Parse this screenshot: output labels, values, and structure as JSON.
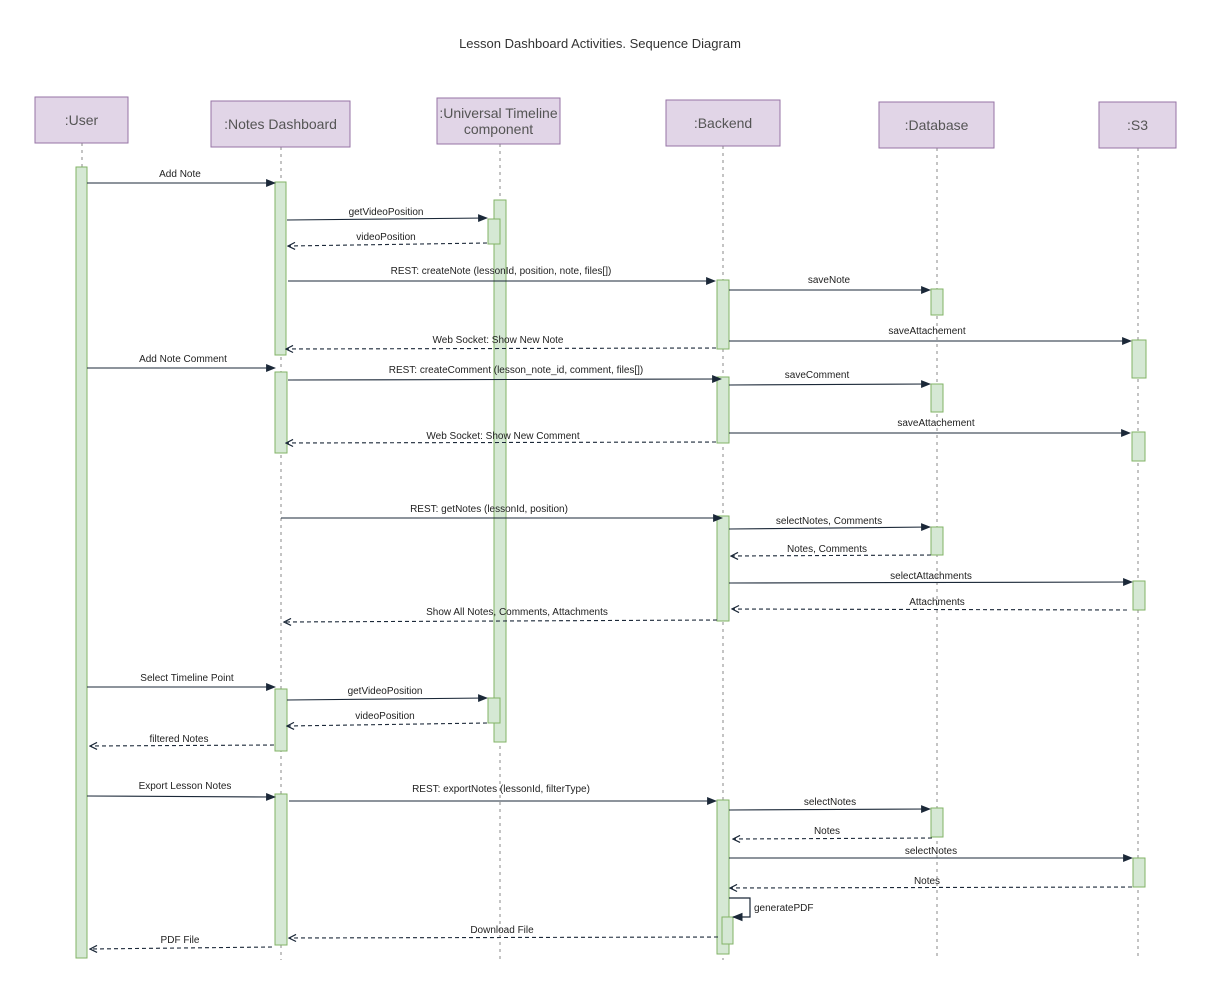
{
  "title": "Lesson Dashboard Activities. Sequence Diagram",
  "colors": {
    "actor_fill": "#e1d5e7",
    "actor_stroke": "#9673a6",
    "activation_fill": "#d5e8d4",
    "activation_stroke": "#82b366",
    "arrow": "#1b2838"
  },
  "participants": [
    {
      "id": "user",
      "lines": [
        ":User"
      ]
    },
    {
      "id": "notes",
      "lines": [
        ":Notes Dashboard"
      ]
    },
    {
      "id": "timeline",
      "lines": [
        ":Universal Timeline",
        "component"
      ]
    },
    {
      "id": "backend",
      "lines": [
        ":Backend"
      ]
    },
    {
      "id": "database",
      "lines": [
        ":Database"
      ]
    },
    {
      "id": "s3",
      "lines": [
        ":S3"
      ]
    }
  ],
  "messages": [
    {
      "label": "Add Note",
      "from": "user",
      "to": "notes",
      "type": "sync"
    },
    {
      "label": "getVideoPosition",
      "from": "notes",
      "to": "timeline",
      "type": "sync"
    },
    {
      "label": "videoPosition",
      "from": "timeline",
      "to": "notes",
      "type": "return"
    },
    {
      "label": "REST: createNote (lessonId, position, note, files[])",
      "from": "notes",
      "to": "backend",
      "type": "sync"
    },
    {
      "label": "saveNote",
      "from": "backend",
      "to": "database",
      "type": "sync"
    },
    {
      "label": "saveAttachement",
      "from": "backend",
      "to": "s3",
      "type": "sync"
    },
    {
      "label": "Web Socket: Show New Note",
      "from": "backend",
      "to": "notes",
      "type": "return"
    },
    {
      "label": "Add Note Comment",
      "from": "user",
      "to": "notes",
      "type": "sync"
    },
    {
      "label": "REST: createComment (lesson_note_id, comment, files[])",
      "from": "notes",
      "to": "backend",
      "type": "sync"
    },
    {
      "label": "saveComment",
      "from": "backend",
      "to": "database",
      "type": "sync"
    },
    {
      "label": "saveAttachement",
      "from": "backend",
      "to": "s3",
      "type": "sync"
    },
    {
      "label": "Web Socket: Show New Comment",
      "from": "backend",
      "to": "notes",
      "type": "return"
    },
    {
      "label": "REST: getNotes (lessonId, position)",
      "from": "notes",
      "to": "backend",
      "type": "sync"
    },
    {
      "label": "selectNotes, Comments",
      "from": "backend",
      "to": "database",
      "type": "sync"
    },
    {
      "label": "Notes, Comments",
      "from": "database",
      "to": "backend",
      "type": "return"
    },
    {
      "label": "selectAttachments",
      "from": "backend",
      "to": "s3",
      "type": "sync"
    },
    {
      "label": "Attachments",
      "from": "s3",
      "to": "backend",
      "type": "return"
    },
    {
      "label": "Show All Notes, Comments, Attachments",
      "from": "backend",
      "to": "notes",
      "type": "return"
    },
    {
      "label": "Select Timeline Point",
      "from": "user",
      "to": "notes",
      "type": "sync"
    },
    {
      "label": "getVideoPosition",
      "from": "notes",
      "to": "timeline",
      "type": "sync"
    },
    {
      "label": "videoPosition",
      "from": "timeline",
      "to": "notes",
      "type": "return"
    },
    {
      "label": "filtered Notes",
      "from": "notes",
      "to": "user",
      "type": "return"
    },
    {
      "label": "Export Lesson Notes",
      "from": "user",
      "to": "notes",
      "type": "sync"
    },
    {
      "label": "REST: exportNotes (lessonId, filterType)",
      "from": "notes",
      "to": "backend",
      "type": "sync"
    },
    {
      "label": "selectNotes",
      "from": "backend",
      "to": "database",
      "type": "sync"
    },
    {
      "label": "Notes",
      "from": "database",
      "to": "backend",
      "type": "return"
    },
    {
      "label": "selectNotes",
      "from": "backend",
      "to": "s3",
      "type": "sync"
    },
    {
      "label": "Notes",
      "from": "s3",
      "to": "backend",
      "type": "return"
    },
    {
      "label": "generatePDF",
      "from": "backend",
      "to": "backend",
      "type": "self"
    },
    {
      "label": "Download File",
      "from": "backend",
      "to": "notes",
      "type": "return"
    },
    {
      "label": "PDF File",
      "from": "notes",
      "to": "user",
      "type": "return"
    }
  ]
}
